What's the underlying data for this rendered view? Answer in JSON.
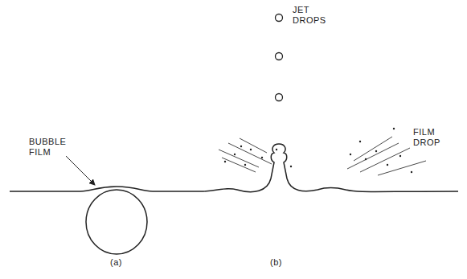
{
  "diagram": {
    "labels": [
      "BUBBLE FILM",
      "JET DROPS",
      "FILM DROP",
      "(a)",
      "(b)"
    ]
  }
}
